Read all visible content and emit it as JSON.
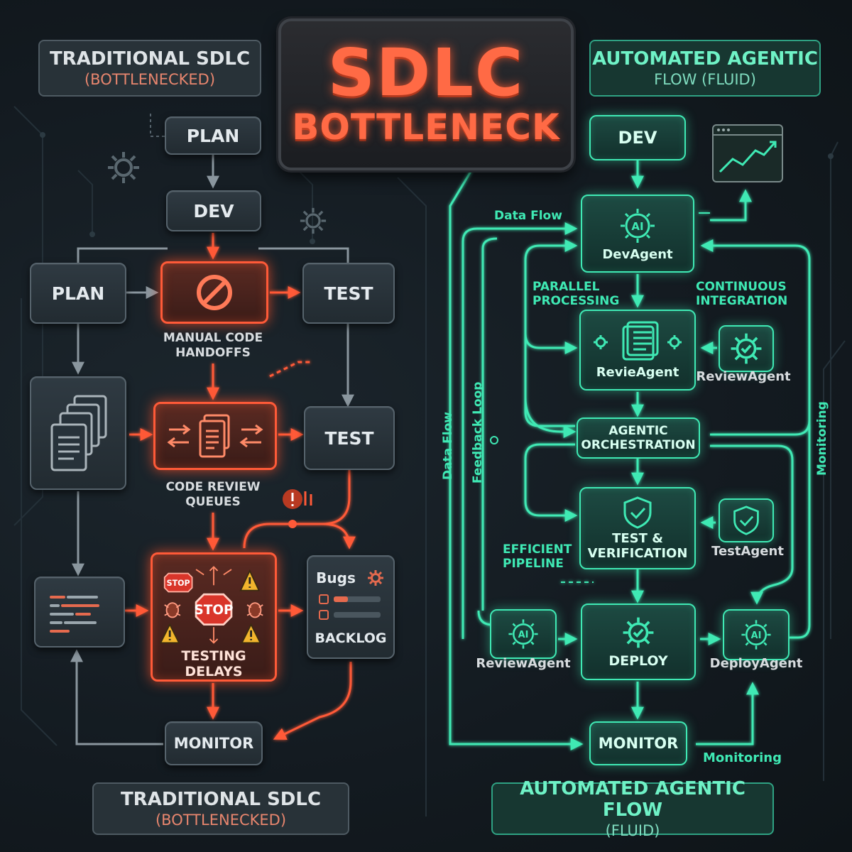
{
  "title": {
    "line1": "SDLC",
    "line2": "BOTTLENECK"
  },
  "left_header": {
    "title": "TRADITIONAL SDLC",
    "subtitle": "(BOTTLENECKED)"
  },
  "right_header": {
    "title": "AUTOMATED AGENTIC",
    "subtitle": "FLOW (FLUID)"
  },
  "left_footer": {
    "title": "TRADITIONAL SDLC",
    "subtitle": "(BOTTLENECKED)"
  },
  "right_footer": {
    "title": "AUTOMATED AGENTIC FLOW",
    "subtitle": "(FLUID)"
  },
  "traditional": {
    "plan_top": "PLAN",
    "dev": "DEV",
    "plan": "PLAN",
    "test_1": "TEST",
    "test_2": "TEST",
    "manual_code_handoffs": "MANUAL CODE\nHANDOFFS",
    "code_review_queues": "CODE REVIEW\nQUEUES",
    "testing_delays": "TESTING DELAYS",
    "stop_big": "STOP",
    "stop_small": "STOP",
    "bugs": "Bugs",
    "backlog": "BACKLOG",
    "monitor": "MONITOR"
  },
  "agentic": {
    "dev": "DEV",
    "dev_agent": "DevAgent",
    "ai_badge": "AI",
    "data_flow_top": "Data Flow",
    "parallel_processing": "PARALLEL\nPROCESSING",
    "continuous_integration": "CONTINUOUS\nINTEGRATION",
    "revie_agent": "RevieAgent",
    "review_agent_side": "ReviewAgent",
    "agentic_orchestration": "AGENTIC\nORCHESTRATION",
    "test_verification": "TEST &\nVERIFICATION",
    "test_agent": "TestAgent",
    "efficient_pipeline": "EFFICIENT\nPIPELINE",
    "review_agent_bottom": "ReviewAgent",
    "deploy": "DEPLOY",
    "deploy_agent": "DeployAgent",
    "monitor": "MONITOR",
    "monitoring_bottom": "Monitoring",
    "monitoring_side": "Monitoring",
    "data_flow_side": "Data Flow",
    "feedback_loop": "Feedback Loop"
  },
  "colors": {
    "bottleneck_red": "#ff5a38",
    "agentic_green": "#3fe9b4",
    "panel_dark": "#2a343b",
    "background": "#141c22"
  },
  "icons": [
    "gear-icon",
    "no-entry-icon",
    "documents-icon",
    "transfer-arrows-icon",
    "stop-sign-icon",
    "warning-icon",
    "bug-icon",
    "code-lines-icon",
    "ai-chip-icon",
    "checklist-icon",
    "shield-check-icon",
    "gear-check-icon",
    "chart-window-icon"
  ]
}
